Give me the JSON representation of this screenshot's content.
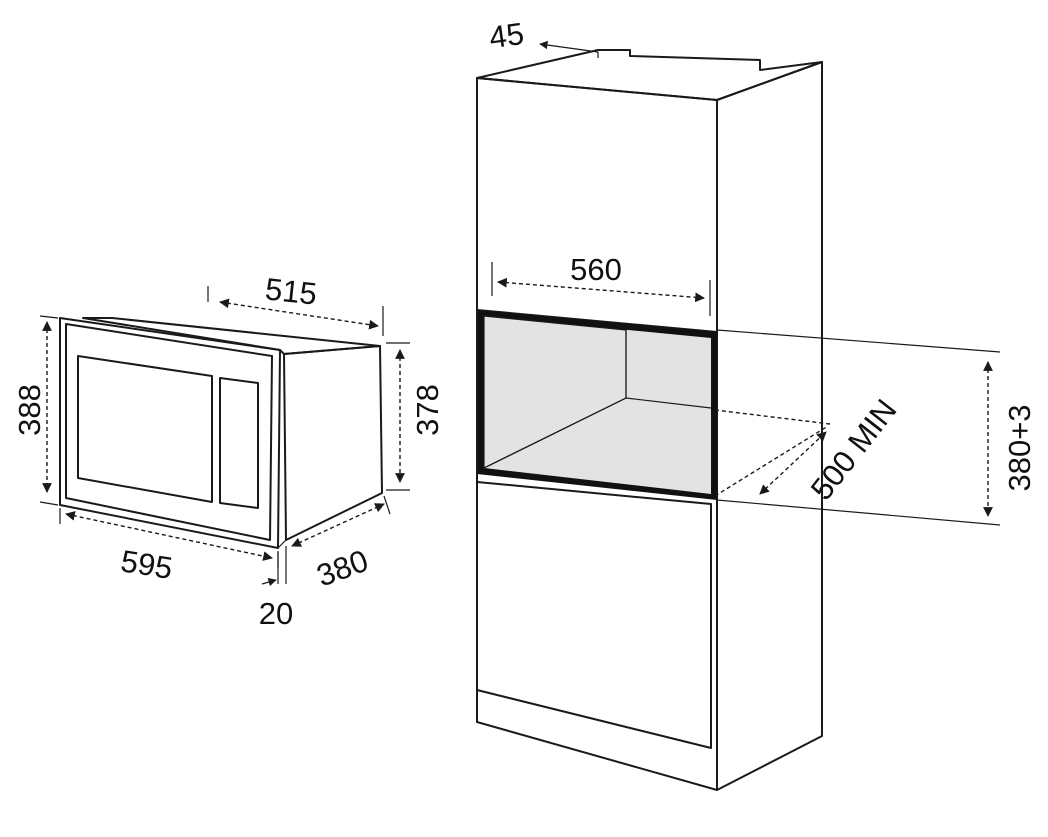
{
  "colors": {
    "line": "#1a1a1a",
    "fill": "#ffffff",
    "shade": "#e3e3e3",
    "frame": "#111111"
  },
  "dimensions": {
    "appliance_height": "388",
    "appliance_depth_top": "515",
    "appliance_body_height": "378",
    "appliance_width": "595",
    "appliance_body_depth": "380",
    "front_thickness": "20",
    "cabinet_top_gap": "45",
    "niche_width": "560",
    "niche_depth_min": "500 MIN",
    "niche_height": "380+3"
  }
}
